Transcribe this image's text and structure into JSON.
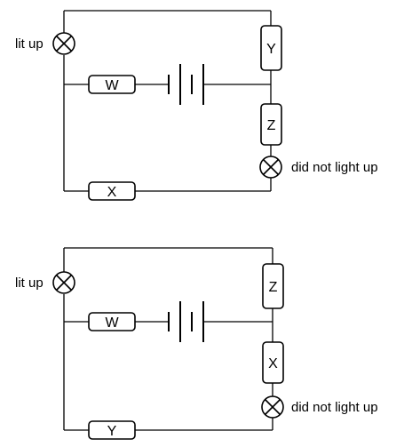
{
  "circuits": [
    {
      "top_lamp_label": "lit up",
      "bottom_lamp_label": "did not light up",
      "resistor_top_right": "Y",
      "resistor_mid_right": "Z",
      "resistor_middle": "W",
      "resistor_bottom": "X"
    },
    {
      "top_lamp_label": "lit up",
      "bottom_lamp_label": "did not light up",
      "resistor_top_right": "Z",
      "resistor_mid_right": "X",
      "resistor_middle": "W",
      "resistor_bottom": "Y"
    }
  ]
}
